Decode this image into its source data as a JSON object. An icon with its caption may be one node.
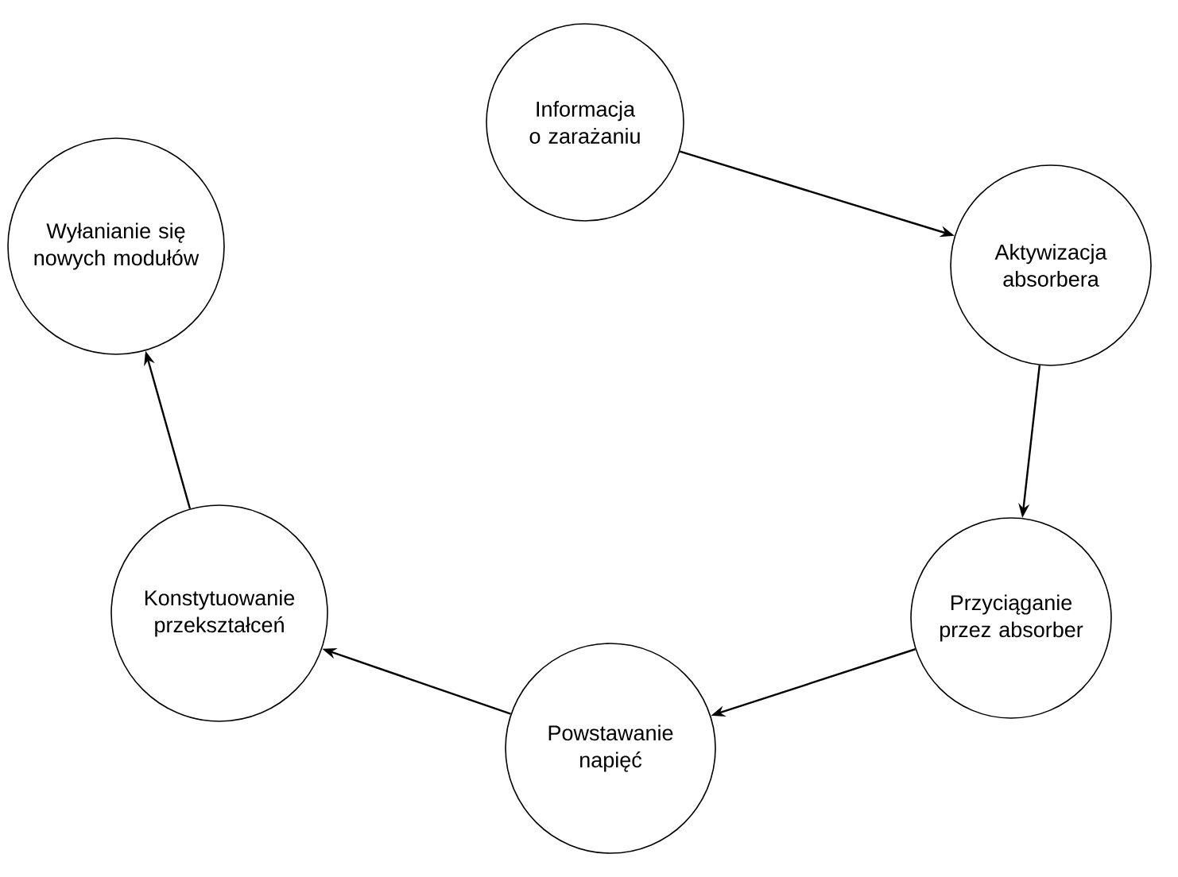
{
  "diagram": {
    "nodes": [
      {
        "text": [
          "Informacja o zarażaniu"
        ]
      },
      {
        "text": [
          "Aktywizacja absorbera"
        ]
      },
      {
        "text": [
          "Przyciąganie przez absorber"
        ]
      },
      {
        "text": [
          "Powstawanie napięć"
        ]
      },
      {
        "text": [
          "Konstytuowanie przekształceń"
        ]
      },
      {
        "text": [
          "Wyłanianie się nowych modułów"
        ]
      }
    ],
    "edges": [
      {
        "from": 0,
        "to": 1,
        "arrow": "to"
      },
      {
        "from": 1,
        "to": 2,
        "arrow": "to"
      },
      {
        "from": 2,
        "to": 3,
        "arrow": "to"
      },
      {
        "from": 3,
        "to": 4,
        "arrow": "to"
      },
      {
        "from": 4,
        "to": 5,
        "arrow": "to"
      }
    ]
  }
}
